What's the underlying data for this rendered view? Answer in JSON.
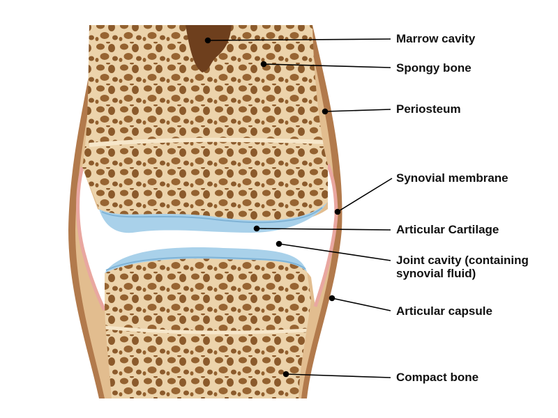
{
  "labels": {
    "marrow_cavity": "Marrow cavity",
    "spongy_bone": "Spongy bone",
    "periosteum": "Periosteum",
    "synovial_membrane": "Synovial membrane",
    "articular_cartilage": "Articular Cartilage",
    "joint_cavity_line1": "Joint cavity (containing",
    "joint_cavity_line2": "synovial fluid)",
    "articular_capsule": "Articular capsule",
    "compact_bone": "Compact bone"
  },
  "colors": {
    "bone": "#ecd3ab",
    "periosteum": "#b27a4c",
    "pore": "#8b5a2b",
    "marrow": "#6e3f1d",
    "cartilage": "#a9d1ea",
    "synovial_membrane": "#e9a7a0",
    "leader_line": "#000000"
  }
}
